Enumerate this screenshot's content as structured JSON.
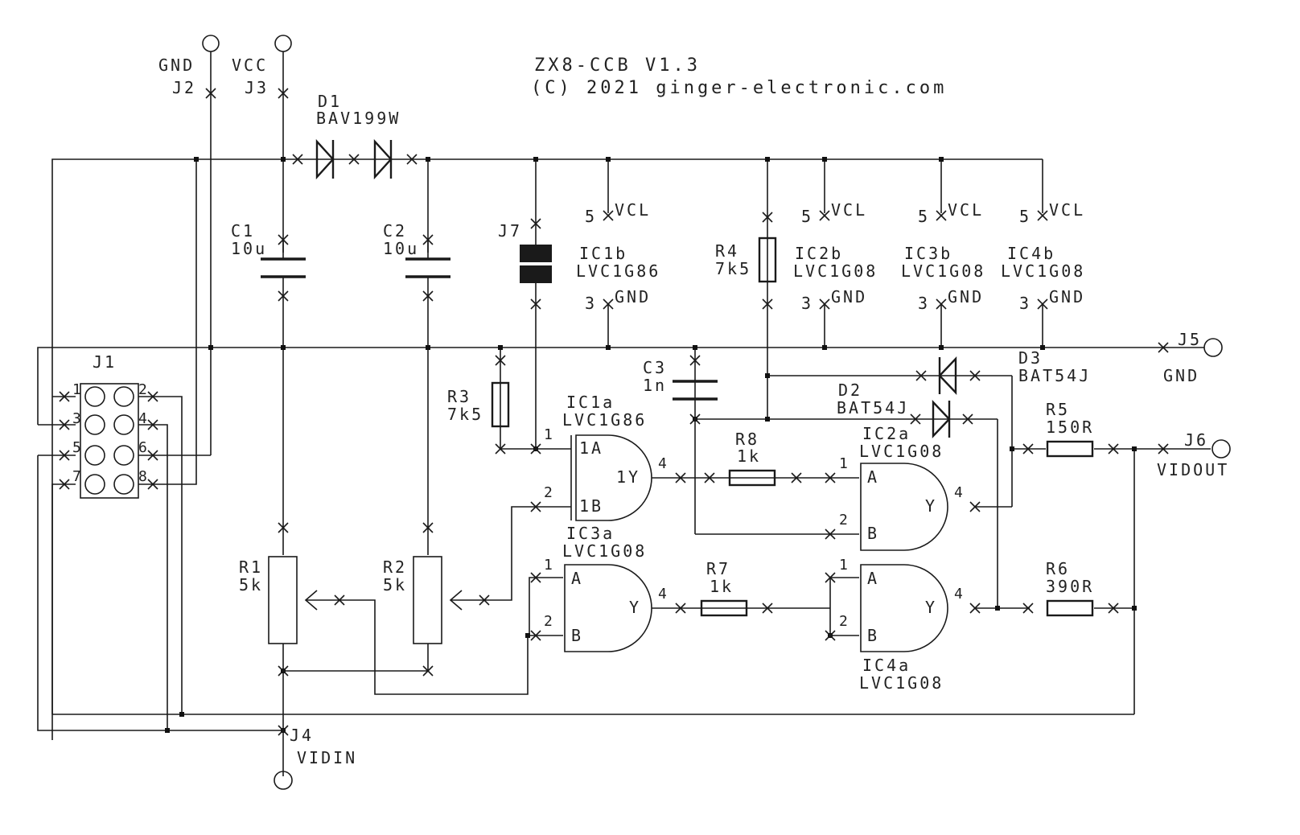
{
  "title": {
    "line1": "ZX8-CCB V1.3",
    "line2": "(C) 2021 ginger-electronic.com"
  },
  "connectors": {
    "j2": {
      "ref": "J2",
      "net": "GND"
    },
    "j3": {
      "ref": "J3",
      "net": "VCC"
    },
    "j4": {
      "ref": "J4",
      "net": "VIDIN"
    },
    "j5": {
      "ref": "J5",
      "net": "GND"
    },
    "j6": {
      "ref": "J6",
      "net": "VIDOUT"
    },
    "j7": {
      "ref": "J7"
    },
    "j1": {
      "ref": "J1",
      "pins": [
        "1",
        "2",
        "3",
        "4",
        "5",
        "6",
        "7",
        "8"
      ]
    }
  },
  "diodes": {
    "d1": {
      "ref": "D1",
      "value": "BAV199W"
    },
    "d2": {
      "ref": "D2",
      "value": "BAT54J"
    },
    "d3": {
      "ref": "D3",
      "value": "BAT54J"
    }
  },
  "capacitors": {
    "c1": {
      "ref": "C1",
      "value": "10u"
    },
    "c2": {
      "ref": "C2",
      "value": "10u"
    },
    "c3": {
      "ref": "C3",
      "value": "1n"
    }
  },
  "resistors": {
    "r1": {
      "ref": "R1",
      "value": "5k"
    },
    "r2": {
      "ref": "R2",
      "value": "5k"
    },
    "r3": {
      "ref": "R3",
      "value": "7k5"
    },
    "r4": {
      "ref": "R4",
      "value": "7k5"
    },
    "r5": {
      "ref": "R5",
      "value": "150R"
    },
    "r6": {
      "ref": "R6",
      "value": "390R"
    },
    "r7": {
      "ref": "R7",
      "value": "1k"
    },
    "r8": {
      "ref": "R8",
      "value": "1k"
    }
  },
  "power": {
    "ic1b": {
      "ref": "IC1b",
      "part": "LVC1G86"
    },
    "ic2b": {
      "ref": "IC2b",
      "part": "LVC1G08"
    },
    "ic3b": {
      "ref": "IC3b",
      "part": "LVC1G08"
    },
    "ic4b": {
      "ref": "IC4b",
      "part": "LVC1G08"
    },
    "vcc_pin": "5",
    "vcc_net": "VCL",
    "gnd_pin": "3",
    "gnd_net": "GND"
  },
  "gates": {
    "ic1a": {
      "ref": "IC1a",
      "part": "LVC1G86",
      "in_a": "1A",
      "in_b": "1B",
      "out": "1Y",
      "p1": "1",
      "p2": "2",
      "p4": "4"
    },
    "ic2a": {
      "ref": "IC2a",
      "part": "LVC1G08",
      "in_a": "A",
      "in_b": "B",
      "out": "Y",
      "p1": "1",
      "p2": "2",
      "p4": "4"
    },
    "ic3a": {
      "ref": "IC3a",
      "part": "LVC1G08",
      "in_a": "A",
      "in_b": "B",
      "out": "Y",
      "p1": "1",
      "p2": "2",
      "p4": "4"
    },
    "ic4a": {
      "ref": "IC4a",
      "part": "LVC1G08",
      "in_a": "A",
      "in_b": "B",
      "out": "Y",
      "p1": "1",
      "p2": "2",
      "p4": "4"
    }
  }
}
